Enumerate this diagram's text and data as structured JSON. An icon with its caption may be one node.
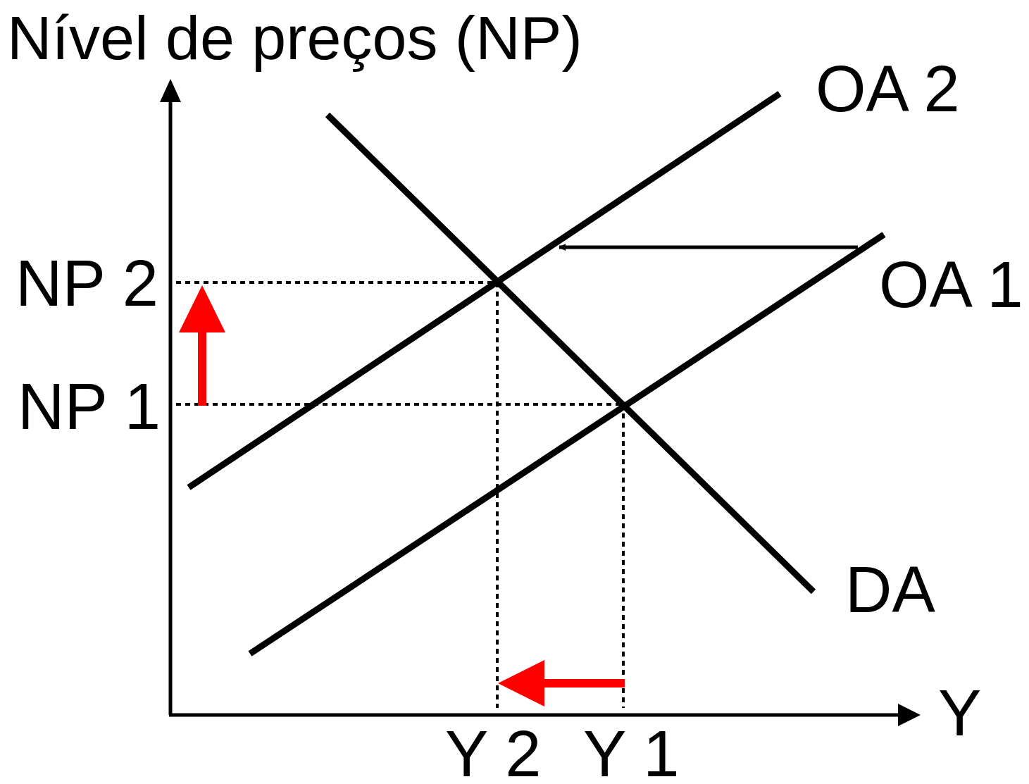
{
  "diagram": {
    "labels": [
      "Nível de preços (NP)",
      "OA 2",
      "NP 2",
      "OA 1",
      "NP 1",
      "DA",
      "Y",
      "Y 2",
      "Y 1"
    ]
  }
}
